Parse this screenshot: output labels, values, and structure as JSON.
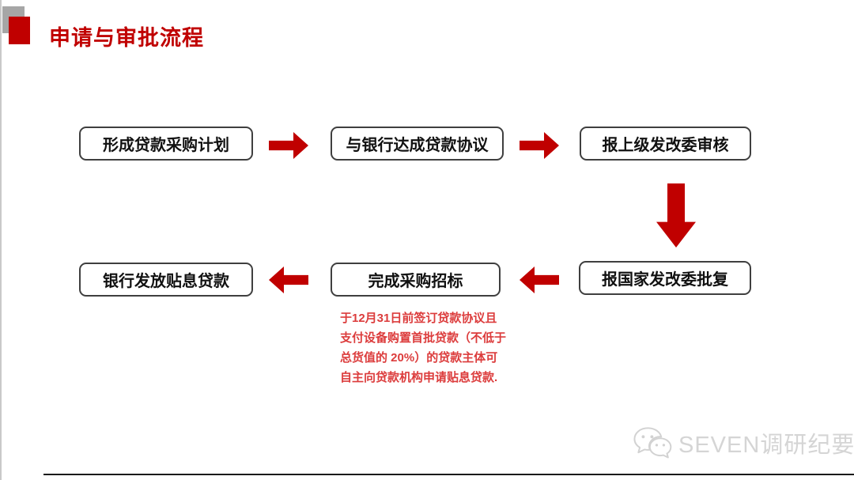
{
  "slide": {
    "title": "申请与审批流程"
  },
  "steps": [
    {
      "label": "形成贷款采购计划"
    },
    {
      "label": "与银行达成贷款协议"
    },
    {
      "label": "报上级发改委审核"
    },
    {
      "label": "报国家发改委批复"
    },
    {
      "label": "完成采购招标"
    },
    {
      "label": "银行发放贴息贷款"
    }
  ],
  "annotation": {
    "lines": [
      "于12月31日前签订贷款协议且",
      "支付设备购置首批贷款（不低于",
      "总货值的 20%）的贷款主体可",
      "自主向贷款机构申请贴息贷款."
    ]
  },
  "watermark": {
    "icon": "wechat-icon",
    "text": "SEVEN调研纪要"
  },
  "colors": {
    "accent_red": "#C00000",
    "annotation_red": "#DC3C3C",
    "box_border": "#3F3F3F",
    "watermark_gray": "#D5D5D5"
  }
}
